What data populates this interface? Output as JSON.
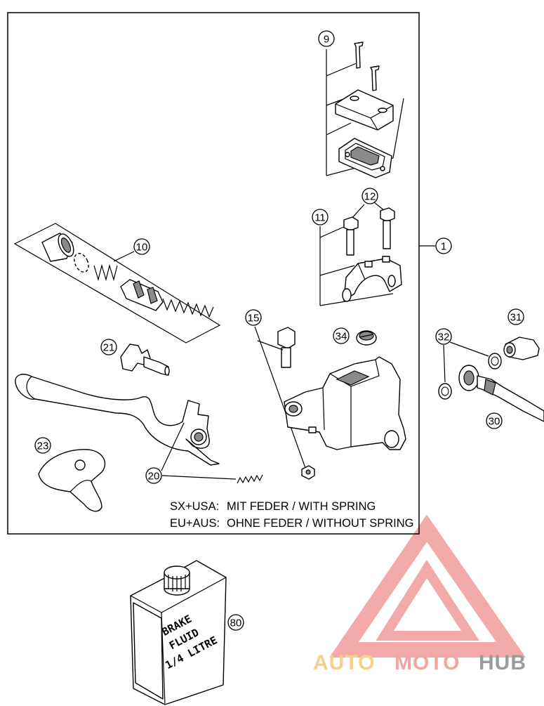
{
  "callouts": {
    "c1": "1",
    "c9": "9",
    "c10": "10",
    "c11": "11",
    "c12": "12",
    "c15": "15",
    "c20": "20",
    "c21": "21",
    "c23": "23",
    "c30": "30",
    "c31": "31",
    "c32": "32",
    "c34": "34",
    "c80": "80"
  },
  "notes": {
    "line1_variant": "SX+USA:",
    "line1_text": "MIT FEDER / WITH SPRING",
    "line2_variant": "EU+AUS:",
    "line2_text": "OHNE FEDER / WITHOUT SPRING"
  },
  "bottle_label": {
    "line1": "BRAKE",
    "line2": "FLUID",
    "line3": "1/4 LITRE"
  },
  "watermark": {
    "part1": "AUTO",
    "part2": "MOTO",
    "part3": "HUB",
    "colors": {
      "triangle": "#f0a0a0",
      "auto": "#f6cf8c",
      "moto": "#f3a3a0",
      "hub": "#9c9c9c"
    }
  }
}
